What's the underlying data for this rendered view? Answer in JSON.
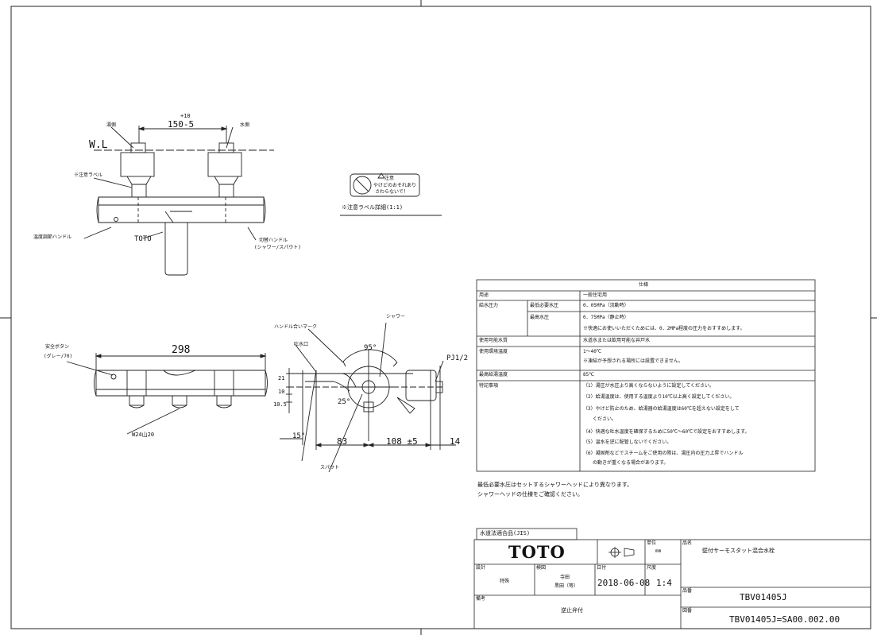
{
  "front_view": {
    "dim_spacing": "150-5",
    "dim_tol": "+10",
    "water_level": "W.L",
    "hot_label": "湯側",
    "cold_label": "水側",
    "caution_label": "※注意ラベル",
    "temp_handle": "温度調節ハンドル",
    "brand_mark": "TOTO",
    "switch_handle": "切替ハンドル",
    "switch_handle_sub": "(シャワー/スパウト)"
  },
  "caution_label": {
    "title": "注意",
    "line1": "やけどのおそれあり",
    "line2": "さわらないで！",
    "detail": "※注意ラベル詳細(1:1)"
  },
  "top_view": {
    "safety_button": "安全ボタン",
    "safety_button_color": "(グレー/70)",
    "width": "298",
    "union_size": "W24山20"
  },
  "side_view": {
    "handle_mark": "ハンドル合いマーク",
    "spout_opening": "吐水口",
    "shower": "シャワー",
    "angle_95": "95°",
    "angle_25": "25°",
    "angle_15": "15°",
    "pj": "PJ1/2",
    "dim_21": "21",
    "dim_10": "10",
    "dim_10_5": "10.5",
    "dim_83": "83",
    "dim_108": "108 ±5",
    "dim_14": "14",
    "spout": "スパウト"
  },
  "spec_table": {
    "title": "仕様",
    "rows": [
      {
        "label": "用途",
        "sub": "",
        "value": "一般住宅用"
      },
      {
        "label": "給水圧力",
        "sub": "最低必要水圧",
        "value": "0．05MPa（流動時）"
      },
      {
        "label": "",
        "sub": "最高水圧",
        "value": "0．75MPa（静止時）"
      },
      {
        "label": "",
        "sub": "",
        "value": "※快適にお使いいただくためには、0．2MPa程度の圧力をおすすめします。"
      },
      {
        "label": "使用可能水質",
        "sub": "",
        "value": "水道水または飲用可能な井戸水"
      },
      {
        "label": "使用環境温度",
        "sub": "",
        "value": "1～40℃"
      },
      {
        "label": "",
        "sub": "",
        "value": "※凍結が予想される場所には設置できません。"
      },
      {
        "label": "最高給湯温度",
        "sub": "",
        "value": "85℃"
      },
      {
        "label": "特記事項",
        "sub": "",
        "value": "（1）湯圧が水圧より高くならないように設定してください。"
      },
      {
        "label": "",
        "sub": "",
        "value": "（2）給湯温度は、使用する温度より10℃以上高く設定してください。"
      },
      {
        "label": "",
        "sub": "",
        "value": "（3）やけど防止のため、給湯器の給湯温度は60℃を超えない設定をして"
      },
      {
        "label": "",
        "sub": "",
        "value": "　　ください。"
      },
      {
        "label": "",
        "sub": "",
        "value": "（4）快適な吐水温度を確保するために50℃～60℃で設定をおすすめします。"
      },
      {
        "label": "",
        "sub": "",
        "value": "（5）温水を逆に配管しないでください。"
      },
      {
        "label": "",
        "sub": "",
        "value": "（6）凝固剤などでスチームをご使用の際は、湯圧内の圧力上昇でハンドル"
      },
      {
        "label": "",
        "sub": "",
        "value": "　　の動きが重くなる場合があります。"
      }
    ]
  },
  "note": {
    "line1": "最低必要水圧はセットするシャワーヘッドにより異なります。",
    "line2": "シャワーヘッドの仕様をご確認ください。"
  },
  "title_block": {
    "jis": "水道法適合品(JIS)",
    "brand": "TOTO",
    "unit_label": "単位",
    "unit": "mm",
    "name_label": "品名",
    "name": "壁付サーモスタット混合水栓",
    "drawn_label": "設計",
    "drawn": "特殊",
    "check_label": "検図",
    "check": "寺田",
    "approve": "黒田（等）",
    "date_label": "日付",
    "date": "2018-06-08",
    "scale_label": "尺度",
    "scale": "1:4",
    "model_label": "品番",
    "model": "TBV01405J",
    "remarks_label": "備考",
    "remarks": "逆止弁付",
    "drawing_label": "図番",
    "drawing_no": "TBV01405J=SA00.002.00"
  }
}
